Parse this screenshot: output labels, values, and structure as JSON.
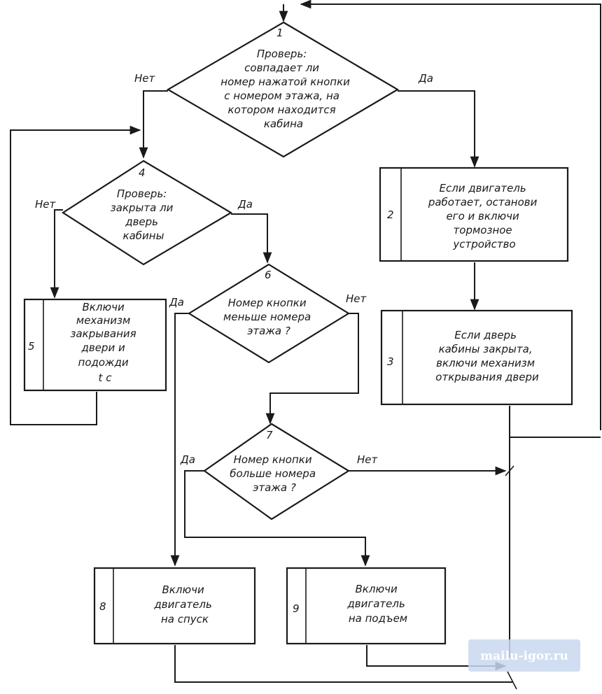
{
  "blocks": {
    "b1": {
      "num": "1",
      "lines": [
        "Проверь:",
        "совпадает ли",
        "номер нажатой кнопки",
        "с номером этажа, на",
        "котором находится",
        "кабина"
      ]
    },
    "b2": {
      "num": "2",
      "lines": [
        "Если двигатель",
        "работает, останови",
        "его и включи",
        "тормозное",
        "устройство"
      ]
    },
    "b3": {
      "num": "3",
      "lines": [
        "Если дверь",
        "кабины закрыта,",
        "включи механизм",
        "открывания двери"
      ]
    },
    "b4": {
      "num": "4",
      "lines": [
        "Проверь:",
        "закрыта ли",
        "дверь",
        "кабины"
      ]
    },
    "b5": {
      "num": "5",
      "lines": [
        "Включи",
        "механизм",
        "закрывания",
        "двери и",
        "подожди",
        "t с"
      ]
    },
    "b6": {
      "num": "6",
      "lines": [
        "Номер кнопки",
        "меньше номера",
        "этажа ?"
      ]
    },
    "b7": {
      "num": "7",
      "lines": [
        "Номер кнопки",
        "больше номера",
        "этажа ?"
      ]
    },
    "b8": {
      "num": "8",
      "lines": [
        "Включи",
        "двигатель",
        "на спуск"
      ]
    },
    "b9": {
      "num": "9",
      "lines": [
        "Включи",
        "двигатель",
        "на подъем"
      ]
    }
  },
  "labels": {
    "d1_no": "Нет",
    "d1_yes": "Да",
    "d4_no": "Нет",
    "d4_yes": "Да",
    "d6_yes": "Да",
    "d6_no": "Нет",
    "d7_yes": "Да",
    "d7_no": "Нет"
  },
  "watermark": "mailu-igor.ru",
  "colors": {
    "ink": "#1a1a1a",
    "watermark_bg": "#c9d8ee"
  }
}
